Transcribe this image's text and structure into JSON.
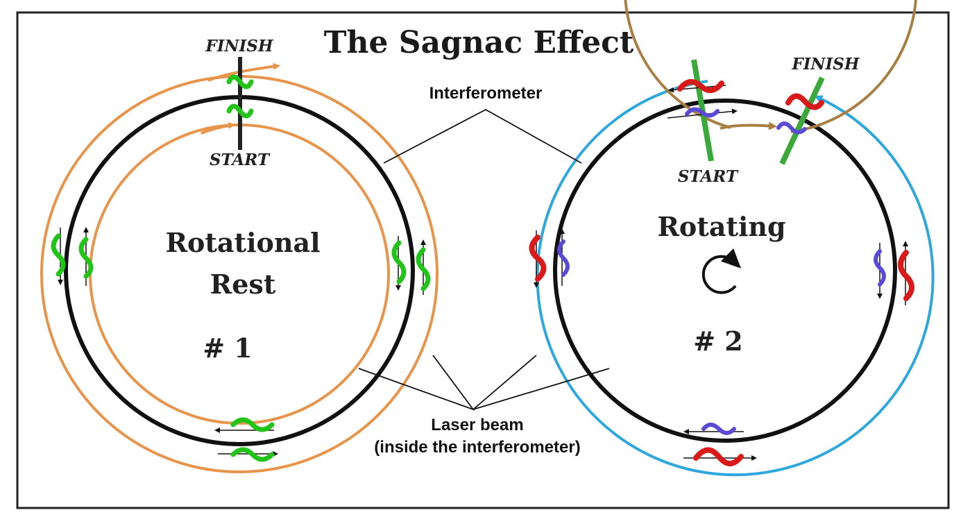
{
  "title": "The Sagnac Effect",
  "labels": {
    "interferometer": "Interferometer",
    "laser_line1": "Laser beam",
    "laser_line2": "(inside the interferometer)"
  },
  "panel_rest": {
    "name_line1": "Rotational",
    "name_line2": "Rest",
    "number": "# 1",
    "finish": "FINISH",
    "start": "START"
  },
  "panel_rotating": {
    "name": "Rotating",
    "number": "# 2",
    "finish": "FINISH",
    "start": "START"
  },
  "colors": {
    "orange_path": "#e8944a",
    "blue_path": "#2ea8dc",
    "brown_path": "#a87e42",
    "green_wave": "#22c41a",
    "red_wave": "#d91a1a",
    "purple_wave": "#5a4ad6",
    "marker_green": "#3aa83a"
  }
}
